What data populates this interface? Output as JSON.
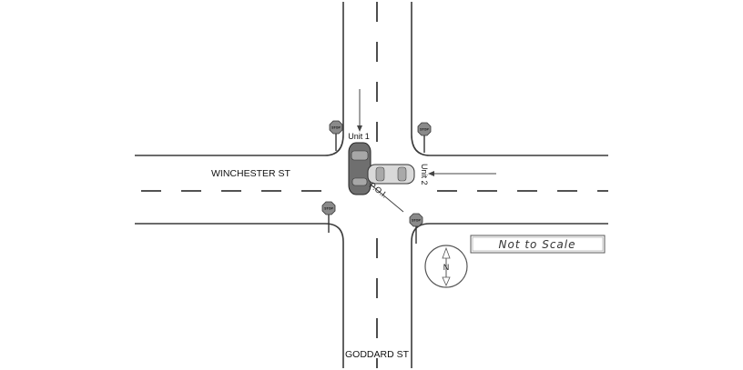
{
  "streets": {
    "east_west": "WINCHESTER ST",
    "north_south": "GODDARD ST"
  },
  "units": {
    "unit1": "Unit 1",
    "unit2": "Unit 2"
  },
  "point_of_impact": "P.O.I.",
  "stop_sign_text": "STOP",
  "scale_note": "Not to Scale",
  "north_arrow": {
    "letter": "N"
  },
  "colors": {
    "road_line": "#3a3a3a",
    "stop_sign": "#8a8a8a",
    "vehicle_dark": "#6f6f6f",
    "vehicle_light": "#d9d9d9"
  }
}
